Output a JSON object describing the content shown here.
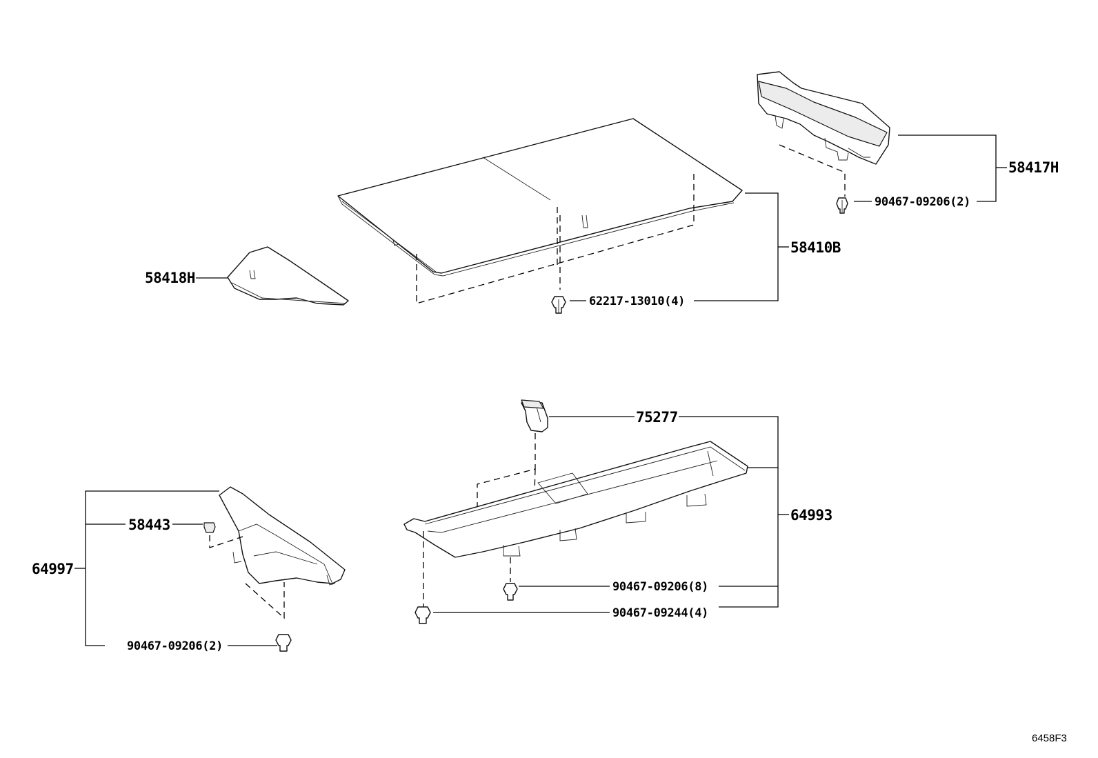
{
  "diagram_id": "6458F3",
  "callouts": {
    "p58417H": "58417H",
    "p58417H_clip": "90467-09206(2)",
    "p58410B": "58410B",
    "p58410B_clip": "62217-13010(4)",
    "p58418H": "58418H",
    "p75277": "75277",
    "p64993": "64993",
    "p64993_clip8": "90467-09206(8)",
    "p64993_clip4": "90467-09244(4)",
    "p58443": "58443",
    "p64997": "64997",
    "p64997_clip": "90467-09206(2)"
  }
}
